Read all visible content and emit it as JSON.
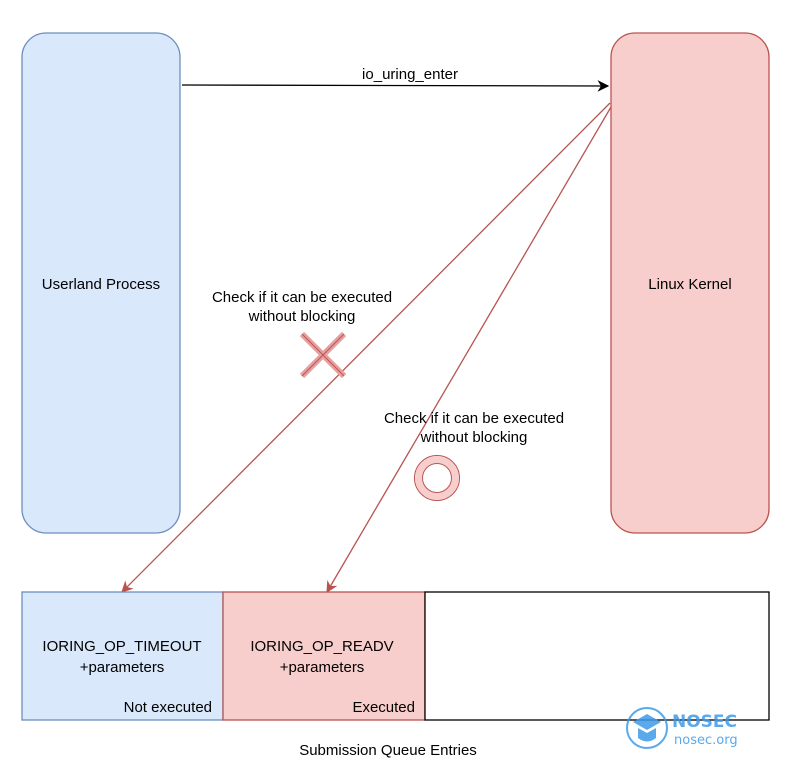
{
  "nodes": {
    "userland": {
      "label": "Userland Process",
      "fill": "#dae8fc",
      "stroke": "#6c8ebf"
    },
    "kernel": {
      "label": "Linux Kernel",
      "fill": "#f8cecc",
      "stroke": "#b85450"
    }
  },
  "edges": {
    "enter": {
      "label": "io_uring_enter",
      "color": "#000000"
    },
    "check_timeout": {
      "line1": "Check if it can be executed",
      "line2": "without blocking",
      "mark": "cross",
      "color": "#b85450"
    },
    "check_readv": {
      "line1": "Check if it can be executed",
      "line2": "without blocking",
      "mark": "circle",
      "color": "#b85450"
    }
  },
  "queue": {
    "caption": "Submission Queue Entries",
    "entries": [
      {
        "op": "IORING_OP_TIMEOUT",
        "params": "+parameters",
        "status": "Not executed",
        "fill": "#dae8fc",
        "stroke": "#6c8ebf"
      },
      {
        "op": "IORING_OP_READV",
        "params": "+parameters",
        "status": "Executed",
        "fill": "#f8cecc",
        "stroke": "#b85450"
      },
      {
        "op": "",
        "params": "",
        "status": "",
        "fill": "#ffffff",
        "stroke": "#000000"
      }
    ]
  },
  "watermark": {
    "brand": "NOSEC",
    "domain": "nosec.org",
    "color": "#3d9be9"
  }
}
